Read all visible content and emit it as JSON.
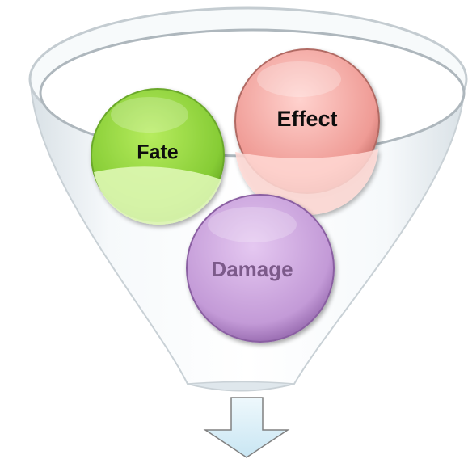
{
  "diagram": {
    "circles": [
      {
        "label": "Fate",
        "color": "#8cd03c"
      },
      {
        "label": "Effect",
        "color": "#ec8f8a"
      },
      {
        "label": "Damage",
        "color": "#c59bd8"
      }
    ],
    "funnel_color": "#e8f0f4",
    "arrow_color": "#d8eef7"
  }
}
